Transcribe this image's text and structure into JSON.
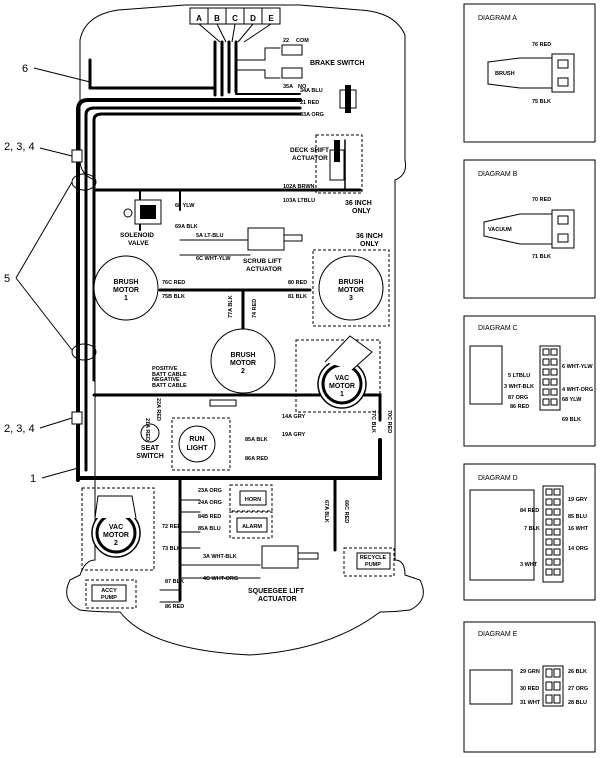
{
  "letters": [
    "A",
    "B",
    "C",
    "D",
    "E"
  ],
  "callouts": {
    "c6": "6",
    "c234a": "2, 3, 4",
    "c5": "5",
    "c234b": "2, 3, 4",
    "c1": "1"
  },
  "components": {
    "brake_switch": "BRAKE SWITCH",
    "deck_shift": [
      "DECK SHIFT",
      "ACTUATOR"
    ],
    "only36_a": [
      "36 INCH",
      "ONLY"
    ],
    "only36_b": [
      "36 INCH",
      "ONLY"
    ],
    "solenoid": [
      "SOLENOID",
      "VALVE"
    ],
    "scrub_lift": [
      "SCRUB LIFT",
      "ACTUATOR"
    ],
    "brush1": [
      "BRUSH",
      "MOTOR",
      "1"
    ],
    "brush2": [
      "BRUSH",
      "MOTOR",
      "2"
    ],
    "brush3": [
      "BRUSH",
      "MOTOR",
      "3"
    ],
    "vac1": [
      "VAC",
      "MOTOR",
      "1"
    ],
    "vac2": [
      "VAC",
      "MOTOR",
      "2"
    ],
    "seat_switch": [
      "SEAT",
      "SWITCH"
    ],
    "run_light": [
      "RUN",
      "LIGHT"
    ],
    "horn": "HORN",
    "alarm": "ALARM",
    "squeegee": [
      "SQUEEGEE LIFT",
      "ACTUATOR"
    ],
    "recycle": [
      "RECYCLE",
      "PUMP"
    ],
    "accy": [
      "ACCY",
      "PUMP"
    ],
    "pos_batt": [
      "POSITIVE",
      "BATT CABLE"
    ],
    "neg_batt": [
      "NEGATIVE",
      "BATT CABLE"
    ]
  },
  "wires": {
    "w22": "22",
    "com": "COM",
    "w35a": "35A",
    "no": "NO",
    "w34a": "34A BLU",
    "w21": "21 RED",
    "w33a": "33A ORG",
    "w102a": "102A BRWN",
    "w103a": "103A LTBLU",
    "w68": "68 YLW",
    "w69a": "69A BLK",
    "w5a": "5A LT-BLU",
    "w6c": "6C WHT-YLW",
    "w76c": "76C RED",
    "w75b": "75B BLK",
    "w80": "80 RED",
    "w81": "81 BLK",
    "w77a": "77A BLK",
    "w74": "74 RED",
    "w21a": "21A RED",
    "w22a": "22A RED",
    "w14a": "14A GRY",
    "w19a": "19A GRY",
    "w77c": "77C BLK",
    "w70c": "70C RED",
    "w85a": "85A BLK",
    "w86a": "86A RED",
    "w23a": "23A ORG",
    "w24a": "24A ORG",
    "w84b": "84B RED",
    "w85a2": "85A BLU",
    "w72": "72 RED",
    "w73": "73 BLK",
    "w3a": "3A WHT-BLK",
    "w4c": "4C WHT-ORG",
    "w87": "87 BLK",
    "w86": "86 RED",
    "w67a": "67A BLK",
    "w66c": "66C RED"
  },
  "diagram_a": {
    "title": "DIAGRAM A",
    "body": "BRUSH",
    "top": "76 RED",
    "bottom": "75 BLK"
  },
  "diagram_b": {
    "title": "DIAGRAM B",
    "body": "VACUUM",
    "top": "70 RED",
    "bottom": "71 BLK"
  },
  "diagram_c": {
    "title": "DIAGRAM C",
    "left": [
      "5 LTBLU",
      "3 WHT-BLK",
      "87 ORG",
      "86 RED"
    ],
    "right": [
      "6 WHT-YLW",
      "4 WHT-ORG",
      "68 YLW",
      "69 BLK"
    ]
  },
  "diagram_d": {
    "title": "DIAGRAM D",
    "left": [
      "84 RED",
      "7 BLK",
      "3 WHT"
    ],
    "right": [
      "19 GRY",
      "85 BLU",
      "16 WHT",
      "14 ORG"
    ]
  },
  "diagram_e": {
    "title": "DIAGRAM E",
    "left": [
      "29 GRN",
      "30 RED",
      "31 WHT"
    ],
    "right": [
      "26 BLK",
      "27 ORG",
      "28 BLU"
    ]
  },
  "colors": {
    "line": "#000000",
    "background": "#ffffff"
  }
}
